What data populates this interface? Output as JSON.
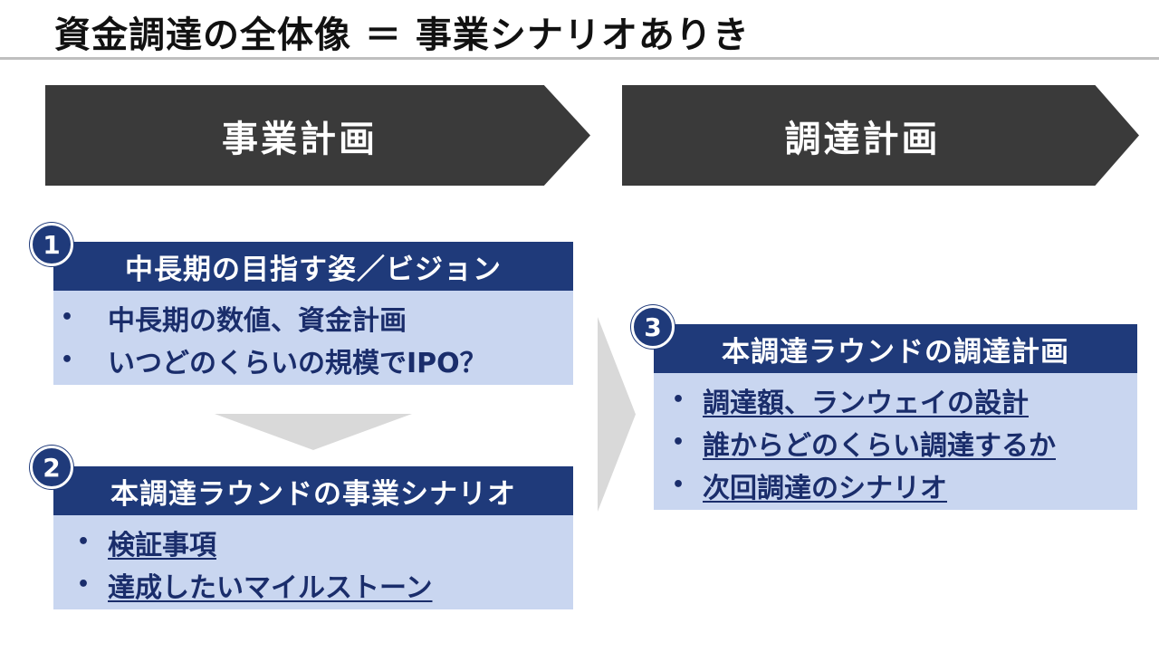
{
  "title": "資金調達の全体像 ＝ 事業シナリオありき",
  "headers": {
    "business_plan": "事業計画",
    "funding_plan": "調達計画"
  },
  "box1": {
    "number": "1",
    "heading": "中長期の目指す姿／ビジョン",
    "items": [
      "中長期の数値、資金計画",
      "いつどのくらいの規模でIPO？"
    ]
  },
  "box2": {
    "number": "2",
    "heading": "本調達ラウンドの事業シナリオ",
    "items": [
      "検証事項",
      "達成したいマイルストーン"
    ]
  },
  "box3": {
    "number": "3",
    "heading": "本調達ラウンドの調達計画",
    "items": [
      "調達額、ランウェイの設計",
      "誰からどのくらい調達するか",
      "次回調達のシナリオ"
    ]
  },
  "bullet": "•",
  "colors": {
    "header_dark": "#3a3a3a",
    "box_head": "#1f3a7a",
    "box_body": "#c9d6f0",
    "arrow_gray": "#d9d9d9"
  }
}
